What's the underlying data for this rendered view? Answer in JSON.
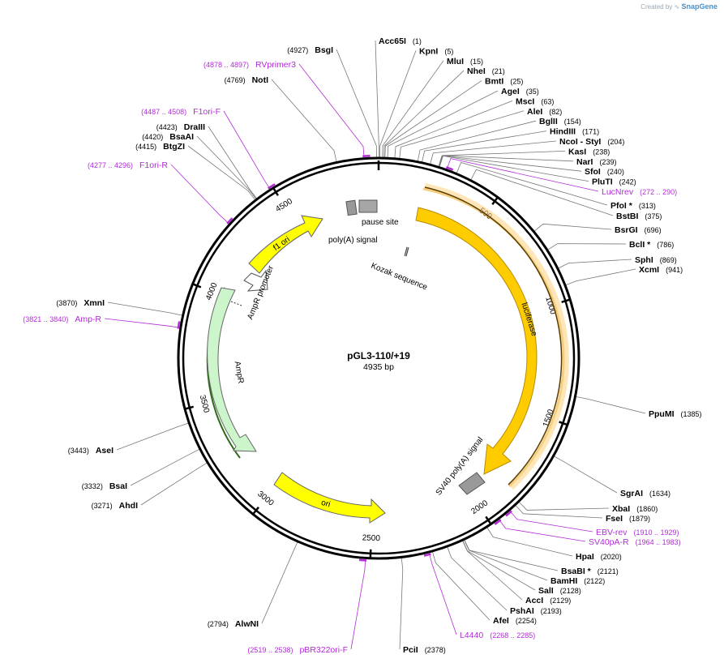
{
  "credit": {
    "created_by": "Created by",
    "brand": "SnapGene"
  },
  "plasmid": {
    "name": "pGL3-110/+19",
    "length_label": "4935 bp",
    "length": 4935
  },
  "tick_labels": [
    "500",
    "1000",
    "1500",
    "2000",
    "2500",
    "3000",
    "3500",
    "4000",
    "4500"
  ],
  "features": [
    {
      "name": "f1 ori",
      "color": "#ffff00"
    },
    {
      "name": "AmpR promoter",
      "color": "#ffffff"
    },
    {
      "name": "AmpR",
      "color": "#ccf5cc"
    },
    {
      "name": "ori",
      "color": "#ffff00"
    },
    {
      "name": "luciferase",
      "color": "#ffcc00"
    },
    {
      "name": "SV40 poly(A) signal",
      "color": "#999999"
    },
    {
      "name": "pause site",
      "color": "#999999"
    },
    {
      "name": "poly(A) signal",
      "color": "#999999"
    },
    {
      "name": "Kozak sequence",
      "color": "#999999"
    }
  ],
  "enzymes_top": [
    {
      "name": "Acc65I",
      "pos": "(1)"
    },
    {
      "name": "KpnI",
      "pos": "(5)"
    },
    {
      "name": "MluI",
      "pos": "(15)"
    },
    {
      "name": "NheI",
      "pos": "(21)"
    },
    {
      "name": "BmtI",
      "pos": "(25)"
    },
    {
      "name": "AgeI",
      "pos": "(35)"
    },
    {
      "name": "MscI",
      "pos": "(63)"
    },
    {
      "name": "AleI",
      "pos": "(82)"
    },
    {
      "name": "BglII",
      "pos": "(154)"
    },
    {
      "name": "HindIII",
      "pos": "(171)"
    },
    {
      "name": "NcoI - StyI",
      "pos": "(204)"
    },
    {
      "name": "KasI",
      "pos": "(238)"
    },
    {
      "name": "NarI",
      "pos": "(239)"
    },
    {
      "name": "SfoI",
      "pos": "(240)"
    },
    {
      "name": "PluTI",
      "pos": "(242)"
    }
  ],
  "primers_right": [
    {
      "name": "LucNrev",
      "pos": "(272 .. 290)"
    }
  ],
  "enzymes_right": [
    {
      "name": "PfoI *",
      "pos": "(313)"
    },
    {
      "name": "BstBI",
      "pos": "(375)"
    },
    {
      "name": "BsrGI",
      "pos": "(696)"
    },
    {
      "name": "BclI *",
      "pos": "(786)"
    },
    {
      "name": "SphI",
      "pos": "(869)"
    },
    {
      "name": "XcmI",
      "pos": "(941)"
    },
    {
      "name": "PpuMI",
      "pos": "(1385)"
    },
    {
      "name": "SgrAI",
      "pos": "(1634)"
    },
    {
      "name": "XbaI",
      "pos": "(1860)"
    },
    {
      "name": "FseI",
      "pos": "(1879)"
    }
  ],
  "primers_lower_right": [
    {
      "name": "EBV-rev",
      "pos": "(1910 .. 1929)"
    },
    {
      "name": "SV40pA-R",
      "pos": "(1964 .. 1983)"
    }
  ],
  "enzymes_lower_right": [
    {
      "name": "HpaI",
      "pos": "(2020)"
    },
    {
      "name": "BsaBI *",
      "pos": "(2121)"
    },
    {
      "name": "BamHI",
      "pos": "(2122)"
    },
    {
      "name": "SalI",
      "pos": "(2128)"
    },
    {
      "name": "AccI",
      "pos": "(2129)"
    },
    {
      "name": "PshAI",
      "pos": "(2193)"
    },
    {
      "name": "AfeI",
      "pos": "(2254)"
    }
  ],
  "bottom": {
    "l4440": {
      "name": "L4440",
      "pos": "(2268 .. 2285)"
    },
    "pcii": {
      "name": "PciI",
      "pos": "(2378)"
    },
    "pbr": {
      "name": "pBR322ori-F",
      "pos": "(2519 .. 2538)"
    },
    "alwni": {
      "name": "AlwNI",
      "pos": "(2794)"
    }
  },
  "enzymes_left": [
    {
      "name": "AhdI",
      "pos": "(3271)"
    },
    {
      "name": "BsaI",
      "pos": "(3332)"
    },
    {
      "name": "AseI",
      "pos": "(3443)"
    },
    {
      "name": "XmnI",
      "pos": "(3870)"
    },
    {
      "name": "BtgZI",
      "pos": "(4415)"
    },
    {
      "name": "BsaAI",
      "pos": "(4420)"
    },
    {
      "name": "DraIII",
      "pos": "(4423)"
    },
    {
      "name": "NotI",
      "pos": "(4769)"
    },
    {
      "name": "BsgI",
      "pos": "(4927)"
    }
  ],
  "primers_left": [
    {
      "name": "Amp-R",
      "pos": "(3821 .. 3840)"
    },
    {
      "name": "F1ori-R",
      "pos": "(4277 .. 4296)"
    },
    {
      "name": "F1ori-F",
      "pos": "(4487 .. 4508)"
    },
    {
      "name": "RVprimer3",
      "pos": "(4878 .. 4897)"
    }
  ]
}
